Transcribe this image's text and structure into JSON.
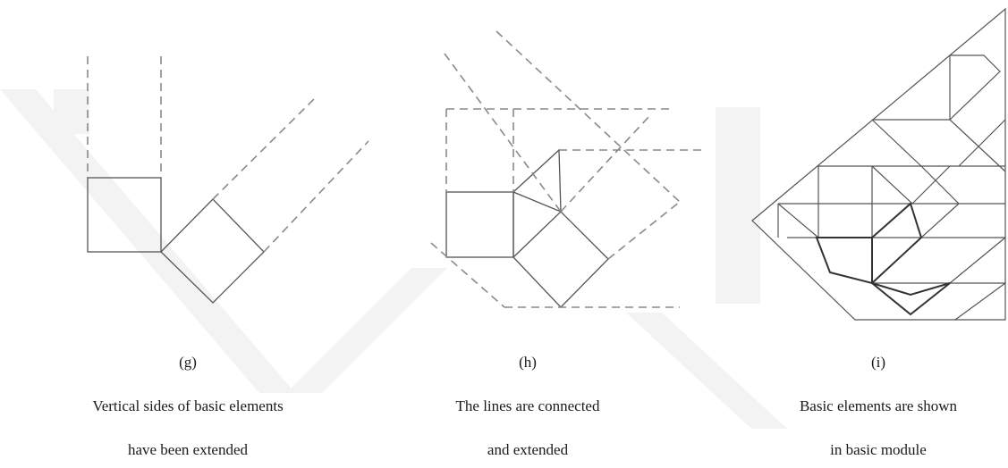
{
  "panels": [
    {
      "label": "(g)",
      "caption_line1": "Vertical sides of basic elements",
      "caption_line2": "have been extended"
    },
    {
      "label": "(h)",
      "caption_line1": "The lines are connected",
      "caption_line2": "and extended"
    },
    {
      "label": "(i)",
      "caption_line1": "Basic elements are shown",
      "caption_line2": "in basic module"
    }
  ],
  "colors": {
    "solid_line": "#555555",
    "dashed_line": "#8a8a8a",
    "bold_line": "#333333",
    "watermark": "#f2f2f2",
    "text": "#1a1a1a"
  }
}
